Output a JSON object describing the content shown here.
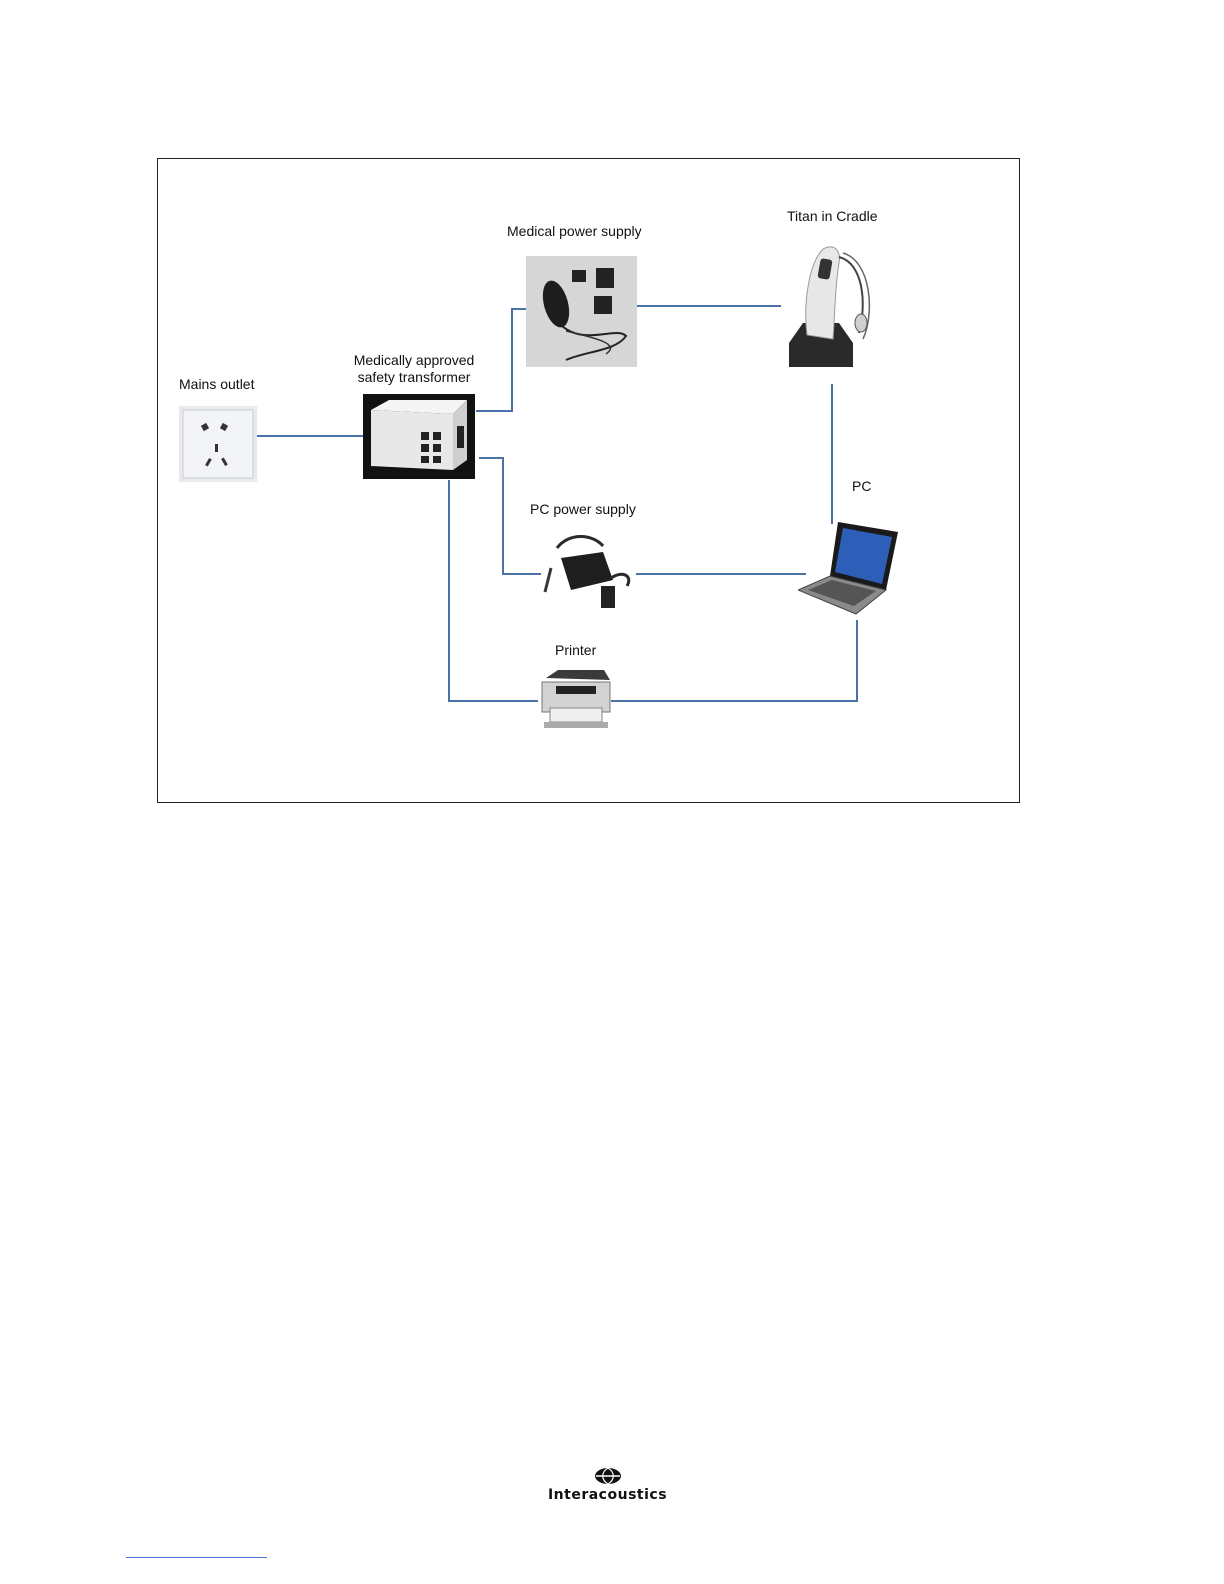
{
  "diagram": {
    "nodes": [
      {
        "id": "mains-outlet",
        "label": "Mains outlet"
      },
      {
        "id": "safety-transformer",
        "label_line1": "Medically approved",
        "label_line2": "safety transformer"
      },
      {
        "id": "medical-power-supply",
        "label": "Medical power supply"
      },
      {
        "id": "titan-in-cradle",
        "label": "Titan in Cradle"
      },
      {
        "id": "pc-power-supply",
        "label": "PC power supply"
      },
      {
        "id": "pc",
        "label": "PC"
      },
      {
        "id": "printer",
        "label": "Printer"
      }
    ],
    "edges": [
      [
        "mains-outlet",
        "safety-transformer"
      ],
      [
        "safety-transformer",
        "medical-power-supply"
      ],
      [
        "medical-power-supply",
        "titan-in-cradle"
      ],
      [
        "safety-transformer",
        "pc-power-supply"
      ],
      [
        "pc-power-supply",
        "pc"
      ],
      [
        "titan-in-cradle",
        "pc"
      ],
      [
        "safety-transformer",
        "printer"
      ],
      [
        "printer",
        "pc"
      ]
    ],
    "connector_color": "#4a72a8"
  },
  "footer": {
    "logo_text": "Interacoustics"
  }
}
